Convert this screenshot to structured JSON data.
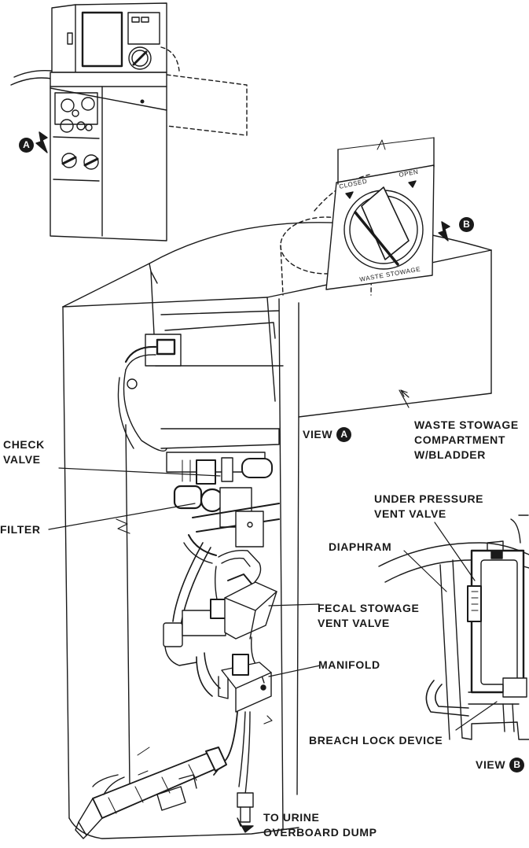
{
  "labels": {
    "check_valve": [
      "CHECK",
      "VALVE"
    ],
    "filter": "FILTER",
    "view_a": "VIEW",
    "waste_stowage": [
      "WASTE STOWAGE",
      "COMPARTMENT",
      "W/BLADDER"
    ],
    "under_pressure": [
      "UNDER PRESSURE",
      "VENT VALVE"
    ],
    "diaphram": "DIAPHRAM",
    "fecal_stowage": [
      "FECAL STOWAGE",
      "VENT VALVE"
    ],
    "manifold": "MANIFOLD",
    "breach_lock": "BREACH LOCK DEVICE",
    "view_b": "VIEW",
    "urine_dump": [
      "TO URINE",
      "OVERBOARD DUMP"
    ]
  },
  "badges": {
    "a": "A",
    "b": "B"
  },
  "dial": {
    "closed": "CLOSED",
    "open": "OPEN",
    "name": "WASTE STOWAGE"
  },
  "colors": {
    "ink": "#1a1a1a",
    "paper": "#ffffff"
  }
}
